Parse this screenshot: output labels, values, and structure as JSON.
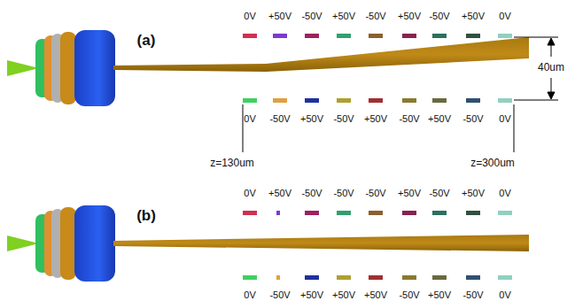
{
  "diagram": {
    "labels": [
      "0V",
      "+50V",
      "-50V",
      "+50V",
      "-50V",
      "+50V",
      "-50V",
      "+50V",
      "0V",
      "(a)",
      "40um",
      "0V",
      "-50V",
      "+50V",
      "-50V",
      "+50V",
      "-50V",
      "+50V",
      "-50V",
      "0V",
      "z=130um",
      "z=300um",
      "0V",
      "+50V",
      "-50V",
      "-50V",
      "-50V",
      "+50V",
      "-50V",
      "+50V",
      "0V",
      "(b)",
      "0V",
      "-50V",
      "+50V",
      "+50V",
      "+50V",
      "-50V",
      "+50V",
      "-50V",
      "0V"
    ]
  }
}
